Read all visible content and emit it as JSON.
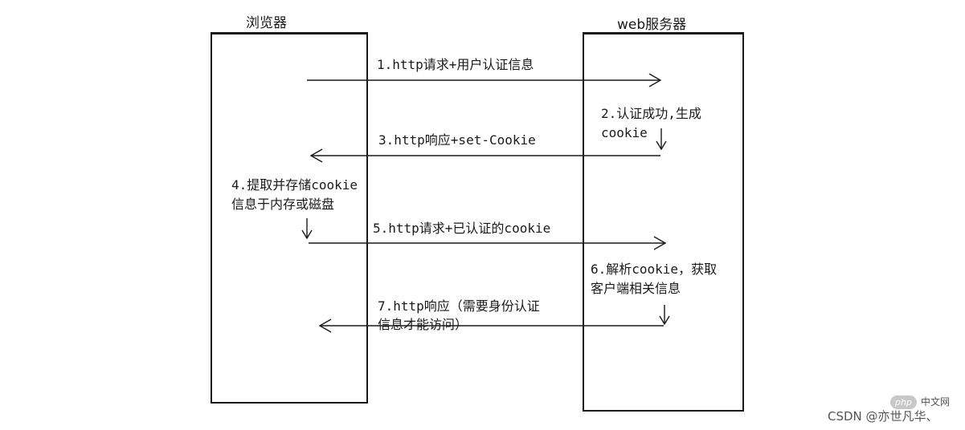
{
  "lanes": {
    "browser": "浏览器",
    "server": "web服务器"
  },
  "messages": [
    {
      "id": "m1",
      "text": "1.http请求+用户认证信息"
    },
    {
      "id": "m3",
      "text": "3.http响应+set-Cookie"
    },
    {
      "id": "m5",
      "text": "5.http请求+已认证的cookie"
    },
    {
      "id": "m7a",
      "text": "7.http响应（需要身份认证"
    },
    {
      "id": "m7b",
      "text": "信息才能访问）"
    }
  ],
  "notes": {
    "n2": [
      "2.认证成功,生成",
      "cookie"
    ],
    "n4": [
      "4.提取并存储cookie",
      "信息于内存或磁盘"
    ],
    "n6": [
      "6.解析cookie，获取",
      "客户端相关信息"
    ]
  },
  "watermark": {
    "brand": "CSDN @",
    "php": "php",
    "php_cn": "中文网",
    "author": "亦世凡华、"
  }
}
